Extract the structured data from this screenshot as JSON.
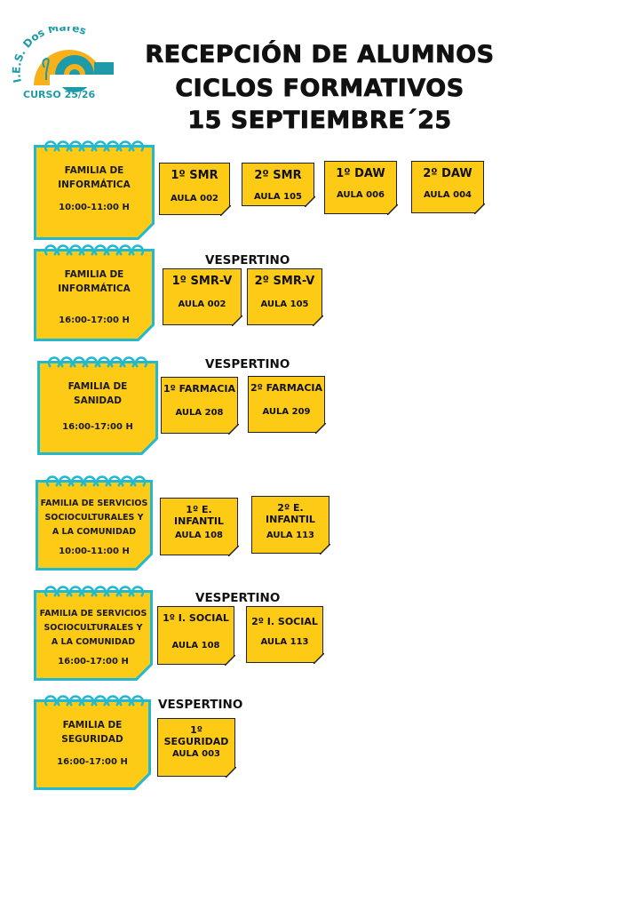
{
  "header": {
    "logo_name": "I.E.S. Dos Mares",
    "logo_course": "CURSO 25/26",
    "title_line1": "RECEPCIÓN DE ALUMNOS",
    "title_line2": "CICLOS FORMATIVOS",
    "title_line3": "15 SEPTIEMBRE´25"
  },
  "colors": {
    "note_yellow": "#FDCB16",
    "note_border": "#22B8CF",
    "logo_teal": "#1E9AA8",
    "logo_orange": "#F7B21B"
  },
  "sessions": [
    {
      "family_line1": "FAMILIA DE",
      "family_line2": "INFORMÁTICA",
      "family_line3": "",
      "time": "10:00-11:00 H",
      "shift": "",
      "groups": [
        {
          "name": "1º SMR",
          "room": "AULA 002"
        },
        {
          "name": "2º SMR",
          "room": "AULA 105"
        },
        {
          "name": "1º DAW",
          "room": "AULA 006"
        },
        {
          "name": "2º DAW",
          "room": "AULA 004"
        }
      ]
    },
    {
      "family_line1": "FAMILIA DE",
      "family_line2": "INFORMÁTICA",
      "family_line3": "",
      "time": "16:00-17:00 H",
      "shift": "VESPERTINO",
      "groups": [
        {
          "name": "1º SMR-V",
          "room": "AULA 002"
        },
        {
          "name": "2º SMR-V",
          "room": "AULA 105"
        }
      ]
    },
    {
      "family_line1": "FAMILIA DE",
      "family_line2": "SANIDAD",
      "family_line3": "",
      "time": "16:00-17:00 H",
      "shift": "VESPERTINO",
      "groups": [
        {
          "name": "1º FARMACIA",
          "room": "AULA 208"
        },
        {
          "name": "2º FARMACIA",
          "room": "AULA 209"
        }
      ]
    },
    {
      "family_line1": "FAMILIA DE SERVICIOS",
      "family_line2": "SOCIOCULTURALES Y",
      "family_line3": "A LA COMUNIDAD",
      "time": "10:00-11:00 H",
      "shift": "",
      "groups": [
        {
          "name": "1º E. INFANTIL",
          "room": "AULA 108"
        },
        {
          "name": "2º E. INFANTIL",
          "room": "AULA 113"
        }
      ]
    },
    {
      "family_line1": "FAMILIA DE SERVICIOS",
      "family_line2": "SOCIOCULTURALES Y",
      "family_line3": "A LA COMUNIDAD",
      "time": "16:00-17:00 H",
      "shift": "VESPERTINO",
      "groups": [
        {
          "name": "1º I. SOCIAL",
          "room": "AULA 108"
        },
        {
          "name": "2º I. SOCIAL",
          "room": "AULA 113"
        }
      ]
    },
    {
      "family_line1": "FAMILIA DE",
      "family_line2": "SEGURIDAD",
      "family_line3": "",
      "time": "16:00-17:00 H",
      "shift": "VESPERTINO",
      "groups": [
        {
          "name": "1º SEGURIDAD",
          "room": "AULA 003"
        }
      ]
    }
  ]
}
